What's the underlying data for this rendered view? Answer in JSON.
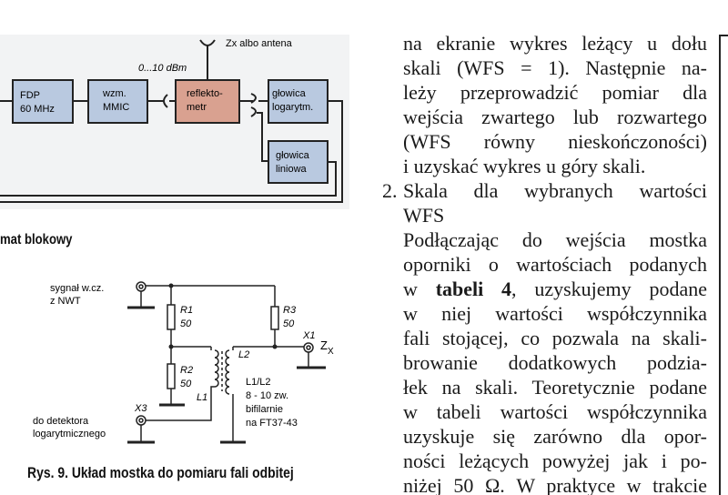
{
  "block_diagram": {
    "boxes": {
      "fdp": [
        "FDP",
        "60 MHz"
      ],
      "wzm": [
        "wzm.",
        "MMIC"
      ],
      "reflektometr": [
        "reflekto-",
        "metr"
      ],
      "glowica_log": [
        "głowica",
        "logarytm."
      ],
      "glowica_lin": [
        "głowica",
        "liniowa"
      ]
    },
    "power_label": "0...10 dBm",
    "antenna_label": "Zx albo antena",
    "caption": "mat blokowy",
    "colors": {
      "box": "#b9c9e0",
      "reflektometr": "#d9a190",
      "background": "#f2f3f4"
    }
  },
  "circuit": {
    "input_label": [
      "sygnał w.cz.",
      "z NWT"
    ],
    "r1": [
      "R1",
      "50"
    ],
    "r2": [
      "R2",
      "50"
    ],
    "r3": [
      "R3",
      "50"
    ],
    "x1": "X1",
    "zx": "Z",
    "zx_sub": "X",
    "x3": "X3",
    "l1": "L1",
    "l2": "L2",
    "coil_note": [
      "L1/L2",
      "8 - 10 zw.",
      "bifilarnie",
      "na FT37-43"
    ],
    "output_label": [
      "do detektora",
      "logarytmicznego"
    ],
    "caption": "Rys. 9. Układ mostka do pomiaru fali odbitej"
  },
  "text_column": {
    "lines": [
      "na ekranie wykres leżący u dołu",
      "skali (WFS = 1). Następnie na-",
      "leży przeprowadzić pomiar dla",
      "wejścia zwartego lub rozwartego",
      "(WFS równy nieskończoności)",
      "i uzyskać wykres u góry skali.",
      "Skala dla wybranych wartości",
      "WFS",
      "Podłączając do wejścia mostka",
      "oporniki o wartościach podanych"
    ],
    "item_number": "2.",
    "bold_line": {
      "pre": "w ",
      "bold": "tabeli 4",
      "post": ", uzyskujemy podane"
    },
    "lines2": [
      "w niej wartości współczynnika",
      "fali stojącej, co pozwala na skali-",
      "browanie dodatkowych podzia-",
      "łek na skali. Teoretycznie podane",
      "w tabeli wartości współczynnika",
      "uzyskuje się zarówno dla opor-",
      "ności leżących powyżej jak i po-",
      "niżej 50 Ω. W praktyce w trakcie"
    ]
  }
}
